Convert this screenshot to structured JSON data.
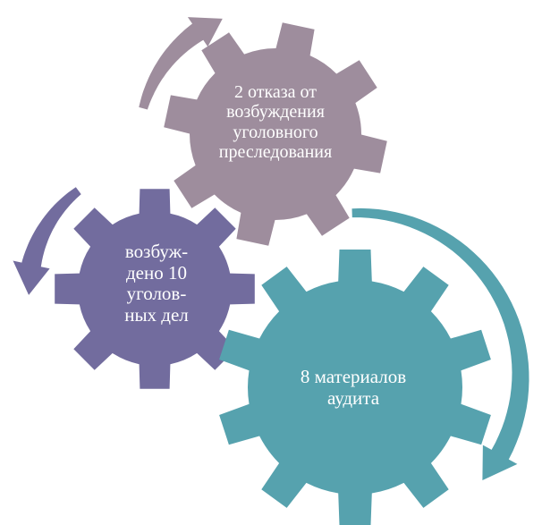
{
  "colors": {
    "gear_top": "#9e8d9d",
    "gear_left": "#726c9e",
    "gear_right": "#56a2ae",
    "arrow_top": "#9e8d9d",
    "arrow_left": "#726c9e",
    "arrow_right": "#56a2ae"
  },
  "gears": [
    {
      "id": "top",
      "icon": "gear-icon",
      "lines": [
        "2 отказа от",
        "возбуждения",
        "уголовного",
        "преследования"
      ]
    },
    {
      "id": "left",
      "icon": "gear-icon",
      "lines": [
        "возбуж-",
        "дено 10",
        "уголов-",
        "ных дел"
      ]
    },
    {
      "id": "right",
      "icon": "gear-icon",
      "lines": [
        "8 материалов",
        "аудита"
      ]
    }
  ],
  "arrows": [
    {
      "id": "top",
      "icon": "curved-arrow-icon"
    },
    {
      "id": "left",
      "icon": "curved-arrow-icon"
    },
    {
      "id": "right",
      "icon": "curved-arrow-icon"
    }
  ]
}
